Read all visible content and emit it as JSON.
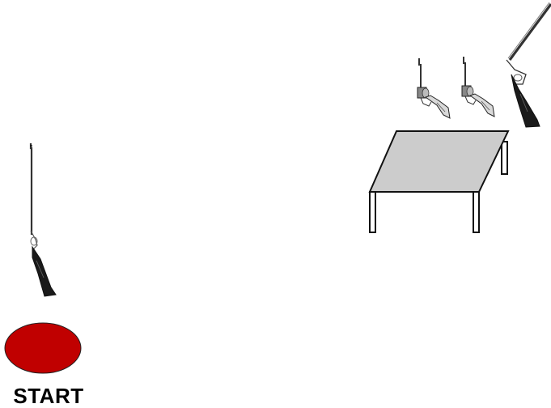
{
  "start": {
    "label": "START",
    "color": "#c00000"
  },
  "table": {
    "top_color": "#cccccc"
  },
  "items": {
    "start_rifle": "rifle",
    "table_guns": [
      "revolver",
      "revolver",
      "shotgun"
    ]
  }
}
